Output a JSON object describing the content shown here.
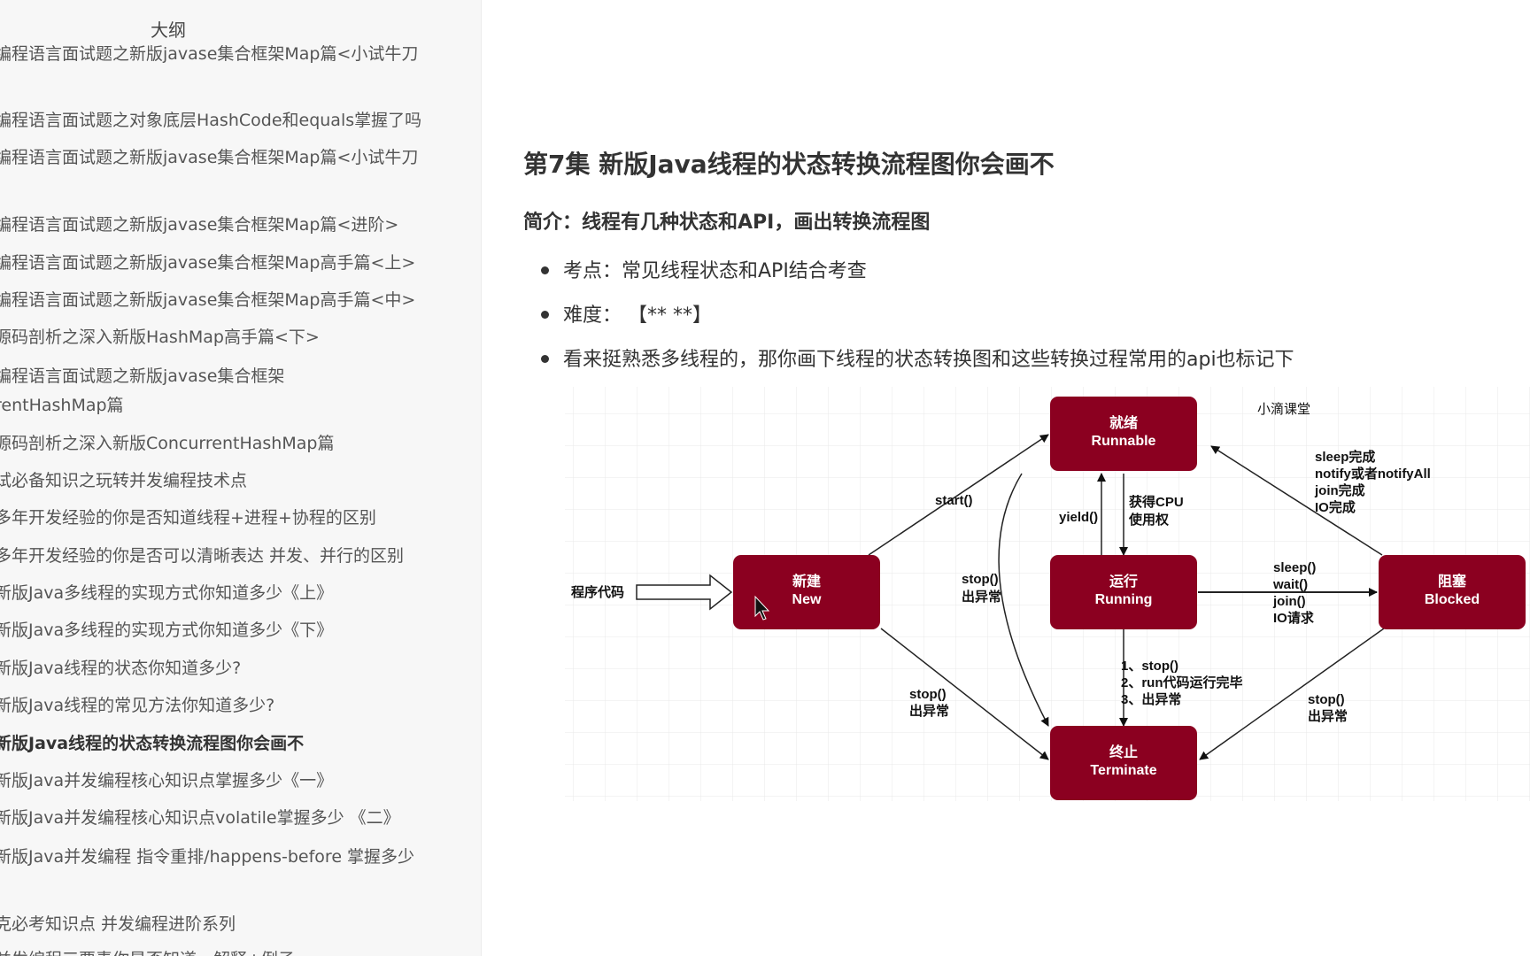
{
  "sidebar": {
    "title": "大纲",
    "items": [
      "编程语言面试题之新版javase集合框架Map篇<小试牛刀",
      "编程语言面试题之对象底层HashCode和equals掌握了吗",
      "编程语言面试题之新版javase集合框架Map篇<小试牛刀",
      "编程语言面试题之新版javase集合框架Map篇<进阶>",
      "编程语言面试题之新版javase集合框架Map高手篇<上>",
      "编程语言面试题之新版javase集合框架Map高手篇<中>",
      "源码剖析之深入新版HashMap高手篇<下>",
      "编程语言面试题之新版javase集合框架",
      "rentHashMap篇",
      "源码剖析之深入新版ConcurrentHashMap篇",
      "试必备知识之玩转并发编程技术点",
      "多年开发经验的你是否知道线程+进程+协程的区别",
      "多年开发经验的你是否可以清晰表达 并发、并行的区别",
      "新版Java多线程的实现方式你知道多少《上》",
      "新版Java多线程的实现方式你知道多少《下》",
      "新版Java线程的状态你知道多少?",
      "新版Java线程的常见方法你知道多少?",
      "新版Java线程的状态转换流程图你会画不",
      "新版Java并发编程核心知识点掌握多少《一》",
      "新版Java并发编程核心知识点volatile掌握多少 《二》",
      "新版Java并发编程 指令重排/happens-before 掌握多少",
      "克必考知识点 并发编程进阶系列",
      "并发编程三要素你是否知道，解释+例子"
    ],
    "active_index": 17
  },
  "main": {
    "title": "第7集 新版Java线程的状态转换流程图你会画不",
    "subtitle": "简介：线程有几种状态和API，画出转换流程图",
    "bullets": [
      "考点：常见线程状态和API结合考查",
      "难度：  【** **】",
      "看来挺熟悉多线程的，那你画下线程的状态转换图和这些转换过程常用的api也标记下"
    ]
  },
  "diagram": {
    "box_color": "#8b0020",
    "watermark": "小滴课堂",
    "source_label": "程序代码",
    "states": {
      "new": [
        "新建",
        "New"
      ],
      "runnable": [
        "就绪",
        "Runnable"
      ],
      "running": [
        "运行",
        "Running"
      ],
      "blocked": [
        "阻塞",
        "Blocked"
      ],
      "terminate": [
        "终止",
        "Terminate"
      ]
    },
    "labels": {
      "start": "start()",
      "yield": "yield()",
      "get_cpu": [
        "获得CPU",
        "使用权"
      ],
      "runnable_stop": [
        "stop()",
        "出异常"
      ],
      "to_blocked": [
        "sleep()",
        "wait()",
        "join()",
        "IO请求"
      ],
      "from_blocked": [
        "sleep完成",
        "notify或者notifyAll",
        "join完成",
        "IO完成"
      ],
      "running_end": [
        "1、stop()",
        "2、run代码运行完毕",
        "3、出异常"
      ],
      "new_stop": [
        "stop()",
        "出异常"
      ],
      "blocked_stop": [
        "stop()",
        "出异常"
      ]
    }
  }
}
